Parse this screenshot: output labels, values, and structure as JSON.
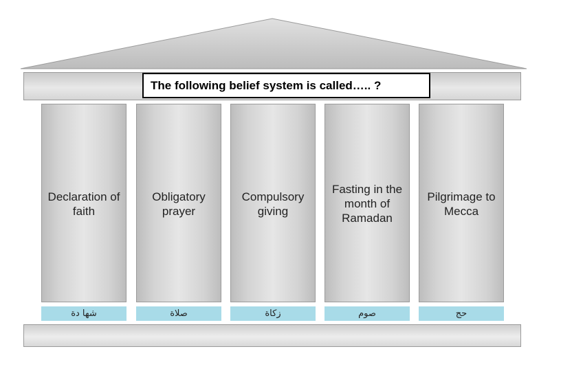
{
  "title": "The following belief system is called….. ?",
  "pillars": [
    {
      "label": "Declaration of faith",
      "arabic": "شها دة"
    },
    {
      "label": "Obligatory prayer",
      "arabic": "صلاة"
    },
    {
      "label": "Compulsory giving",
      "arabic": "زكاة"
    },
    {
      "label": "Fasting in the month of Ramadan",
      "arabic": "صوم"
    },
    {
      "label": "Pilgrimage to Mecca",
      "arabic": "حج"
    }
  ],
  "colors": {
    "stone": "#d3d3d3",
    "arabic_band": "#a8dbe8",
    "title_border": "#000000"
  }
}
